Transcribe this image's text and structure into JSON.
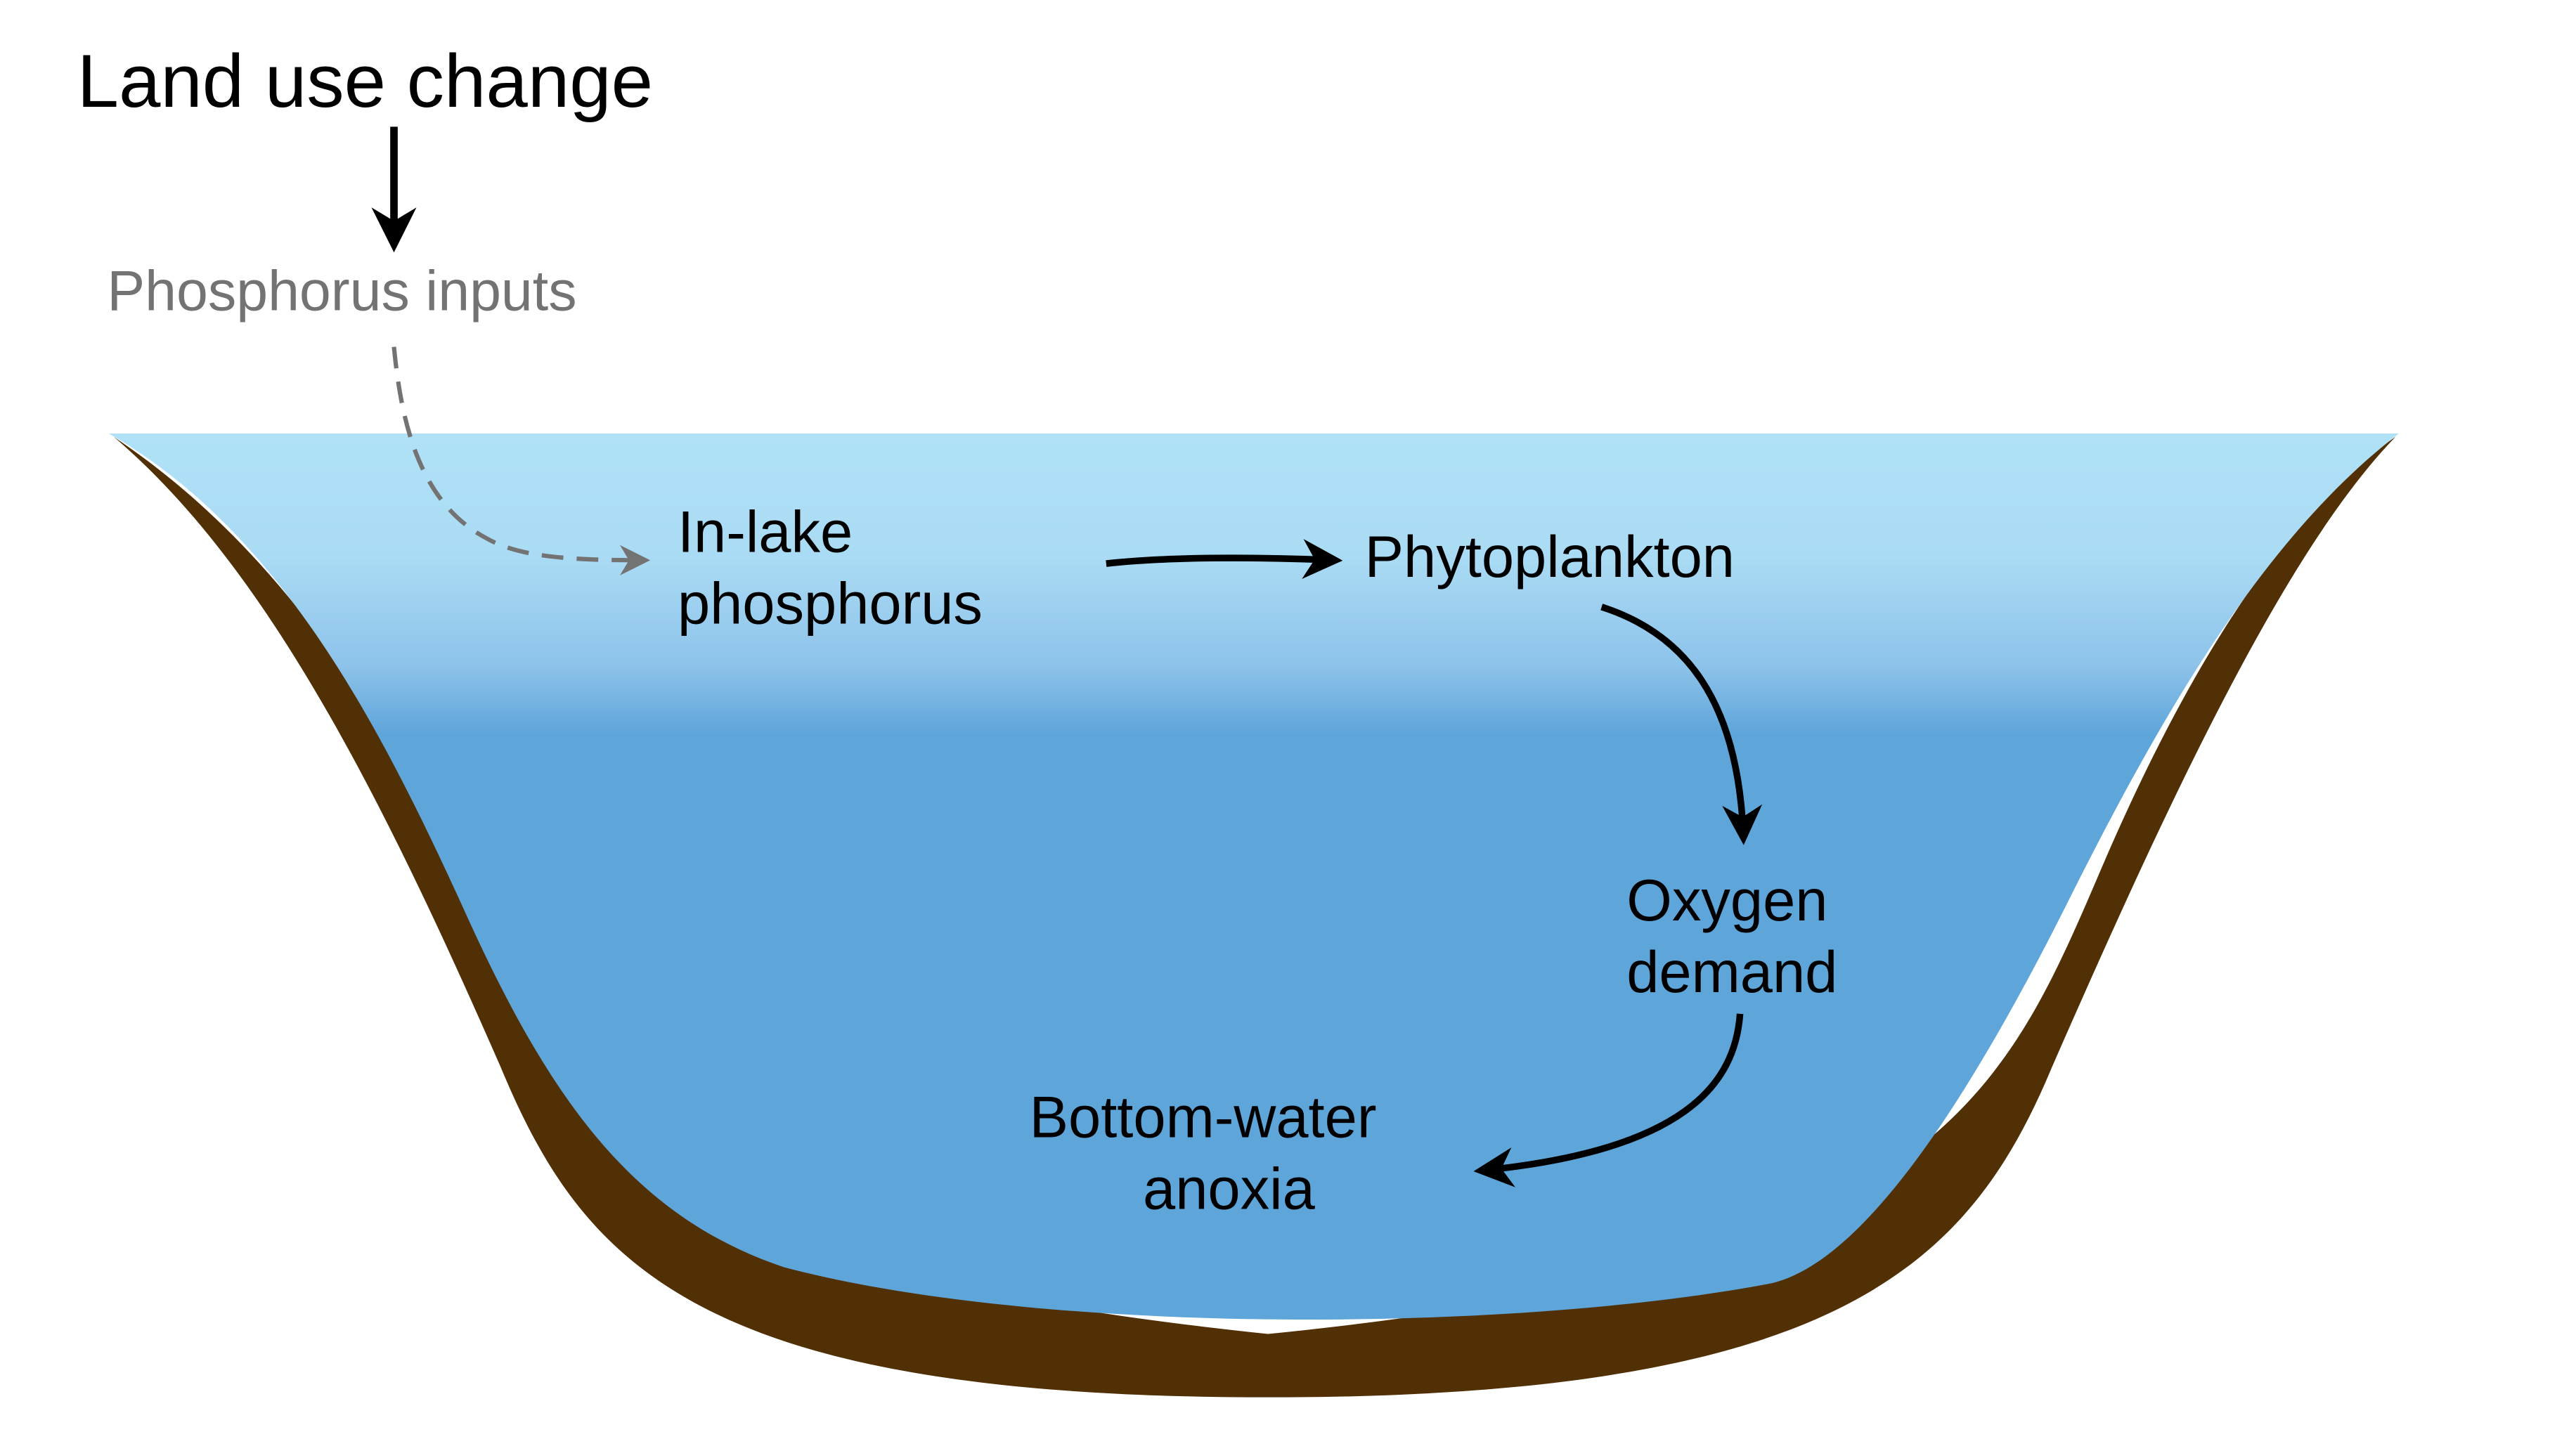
{
  "title": "Land use change",
  "nodes": {
    "phosphorus_inputs": "Phosphorus inputs",
    "in_lake_line1": "In-lake",
    "in_lake_line2": "phosphorus",
    "phytoplankton": "Phytoplankton",
    "oxygen_line1": "Oxygen",
    "oxygen_line2": "demand",
    "anoxia_line1": "Bottom-water",
    "anoxia_line2": "anoxia"
  },
  "colors": {
    "water_surface": "#afe1f7",
    "water_deep": "#5ea5da",
    "sediment": "#523006",
    "text": "#000000",
    "input_text": "#737373",
    "arrow": "#000000",
    "dashed_arrow": "#737373"
  }
}
